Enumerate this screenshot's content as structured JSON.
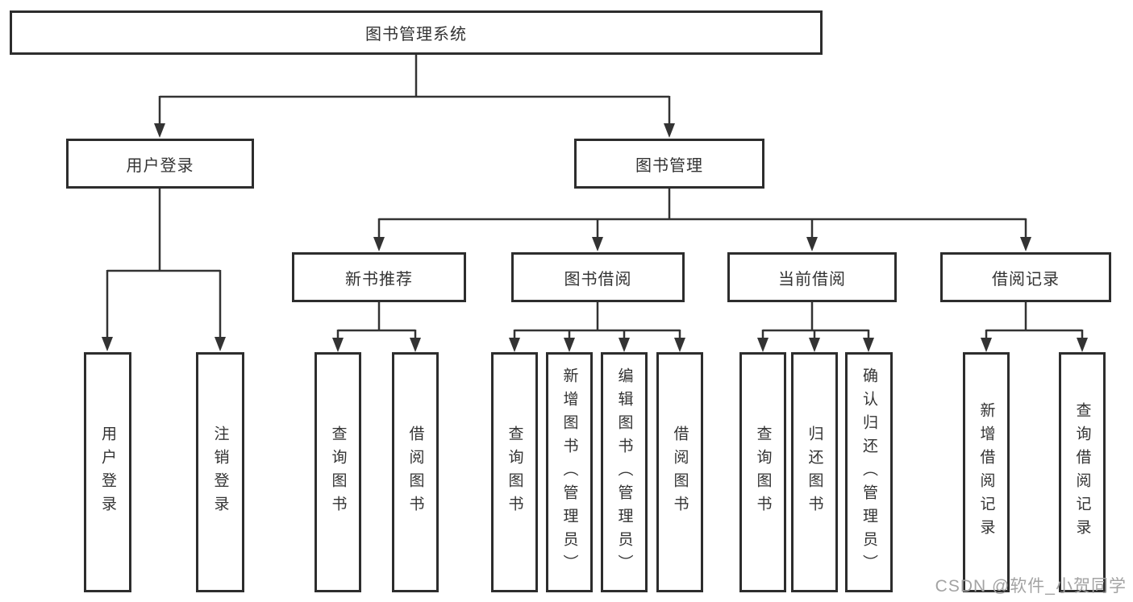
{
  "tree": {
    "root": "图书管理系统",
    "branches": [
      {
        "label": "用户登录",
        "children": [
          "用户登录",
          "注销登录"
        ]
      },
      {
        "label": "图书管理",
        "children": [
          {
            "label": "新书推荐",
            "children": [
              "查询图书",
              "借阅图书"
            ]
          },
          {
            "label": "图书借阅",
            "children": [
              "查询图书",
              "新增图书（管理员）",
              "编辑图书（管理员）",
              "借阅图书"
            ]
          },
          {
            "label": "当前借阅",
            "children": [
              "查询图书",
              "归还图书",
              "确认归还（管理员）"
            ]
          },
          {
            "label": "借阅记录",
            "children": [
              "新增借阅记录",
              "查询借阅记录"
            ]
          }
        ]
      }
    ]
  },
  "watermark": "CSDN @软件_小贺同学",
  "colors": {
    "line": "#333333",
    "box_border": "#2d2d2d",
    "box_fill": "#ffffff",
    "text": "#333333",
    "watermark": "#a3a3a3",
    "background": "#ffffff"
  }
}
